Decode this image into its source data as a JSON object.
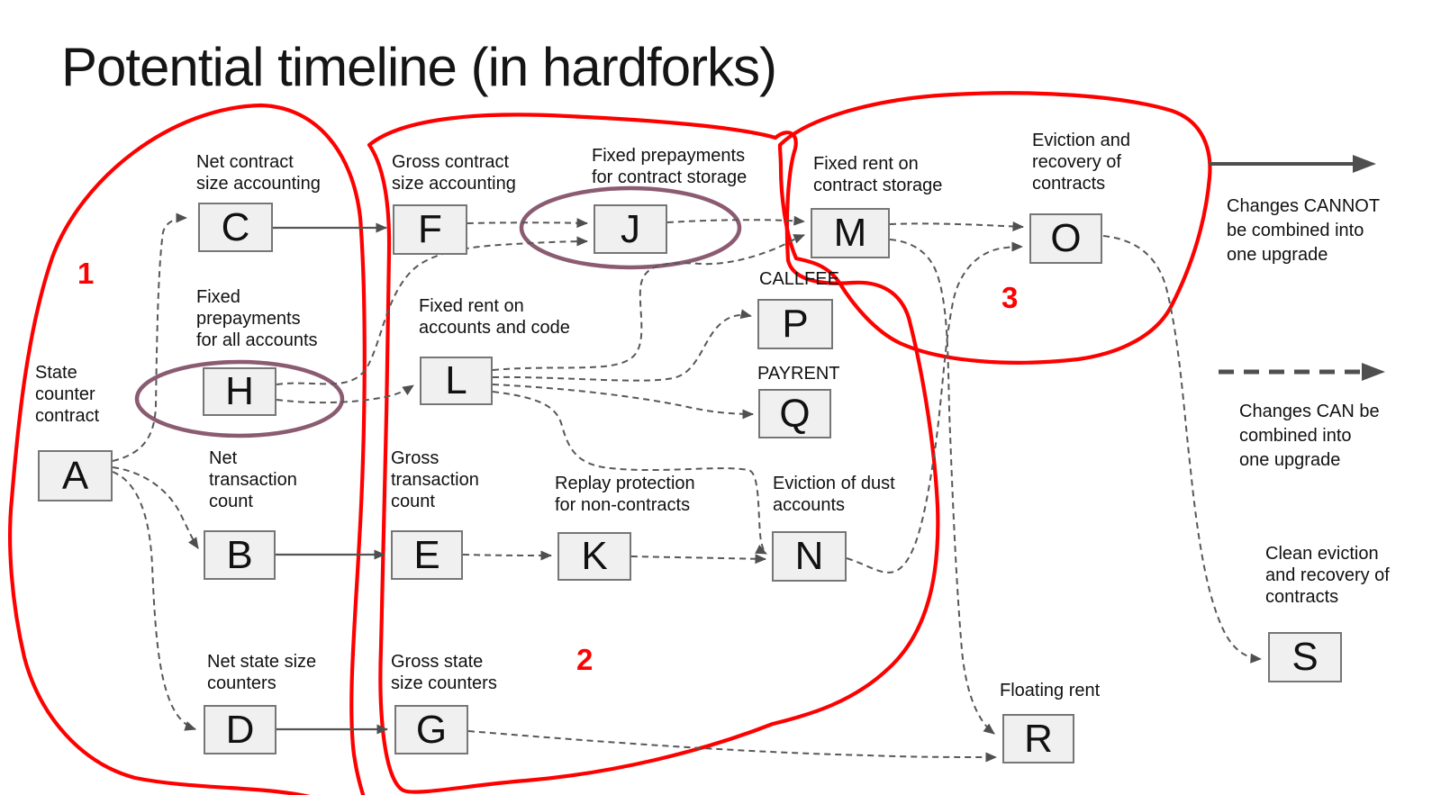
{
  "title": "Potential timeline (in hardforks)",
  "nodes": {
    "A": {
      "letter": "A",
      "label": "State\ncounter\ncontract"
    },
    "B": {
      "letter": "B",
      "label": "Net\ntransaction\ncount"
    },
    "C": {
      "letter": "C",
      "label": "Net contract\nsize accounting"
    },
    "D": {
      "letter": "D",
      "label": "Net state size\ncounters"
    },
    "E": {
      "letter": "E",
      "label": "Gross\ntransaction\ncount"
    },
    "F": {
      "letter": "F",
      "label": "Gross contract\nsize accounting"
    },
    "G": {
      "letter": "G",
      "label": "Gross state\nsize counters"
    },
    "H": {
      "letter": "H",
      "label": "Fixed\nprepayments\nfor all accounts"
    },
    "J": {
      "letter": "J",
      "label": "Fixed prepayments\nfor contract storage"
    },
    "K": {
      "letter": "K",
      "label": "Replay protection\nfor non-contracts"
    },
    "L": {
      "letter": "L",
      "label": "Fixed rent on\naccounts and code"
    },
    "M": {
      "letter": "M",
      "label": "Fixed rent on\ncontract storage"
    },
    "N": {
      "letter": "N",
      "label": "Eviction of dust\naccounts"
    },
    "O": {
      "letter": "O",
      "label": "Eviction and\nrecovery of\ncontracts"
    },
    "P": {
      "letter": "P",
      "label": "CALLFEE"
    },
    "Q": {
      "letter": "Q",
      "label": "PAYRENT"
    },
    "R": {
      "letter": "R",
      "label": "Floating rent"
    },
    "S": {
      "letter": "S",
      "label": "Clean eviction\nand recovery of\ncontracts"
    }
  },
  "legend": {
    "cannot": {
      "label": "Changes CANNOT\nbe combined into\none upgrade",
      "arrow_style": "solid"
    },
    "can": {
      "label": "Changes CAN be\ncombined into\none upgrade",
      "arrow_style": "dashed"
    }
  },
  "annotations": {
    "groups": [
      {
        "number": "1",
        "members": [
          "A",
          "C",
          "H",
          "B",
          "D"
        ]
      },
      {
        "number": "2",
        "members": [
          "F",
          "J",
          "L",
          "E",
          "K",
          "G",
          "P",
          "Q",
          "N",
          "M"
        ]
      },
      {
        "number": "3",
        "members": [
          "M",
          "O"
        ]
      }
    ],
    "circled_nodes": [
      "H",
      "J"
    ]
  },
  "edges": [
    {
      "from": "A",
      "to": "C",
      "style": "dashed"
    },
    {
      "from": "A",
      "to": "B",
      "style": "dashed"
    },
    {
      "from": "A",
      "to": "D",
      "style": "dashed"
    },
    {
      "from": "C",
      "to": "F",
      "style": "solid"
    },
    {
      "from": "B",
      "to": "E",
      "style": "solid"
    },
    {
      "from": "D",
      "to": "G",
      "style": "solid"
    },
    {
      "from": "F",
      "to": "J",
      "style": "dashed"
    },
    {
      "from": "H",
      "to": "J",
      "style": "dashed"
    },
    {
      "from": "H",
      "to": "L",
      "style": "dashed"
    },
    {
      "from": "J",
      "to": "M",
      "style": "dashed"
    },
    {
      "from": "L",
      "to": "M",
      "style": "dashed"
    },
    {
      "from": "L",
      "to": "P",
      "style": "dashed"
    },
    {
      "from": "L",
      "to": "Q",
      "style": "dashed"
    },
    {
      "from": "L",
      "to": "N",
      "style": "dashed"
    },
    {
      "from": "E",
      "to": "K",
      "style": "dashed"
    },
    {
      "from": "K",
      "to": "N",
      "style": "dashed"
    },
    {
      "from": "M",
      "to": "O",
      "style": "dashed"
    },
    {
      "from": "N",
      "to": "O",
      "style": "dashed"
    },
    {
      "from": "M",
      "to": "R",
      "style": "dashed"
    },
    {
      "from": "G",
      "to": "R",
      "style": "dashed"
    },
    {
      "from": "O",
      "to": "S",
      "style": "dashed"
    }
  ],
  "colors": {
    "annotation_red": "#ff0000",
    "highlight_purple": "#8b5b72",
    "edge_gray": "#585858",
    "node_fill": "#f0f0f0",
    "node_border": "#767676"
  }
}
